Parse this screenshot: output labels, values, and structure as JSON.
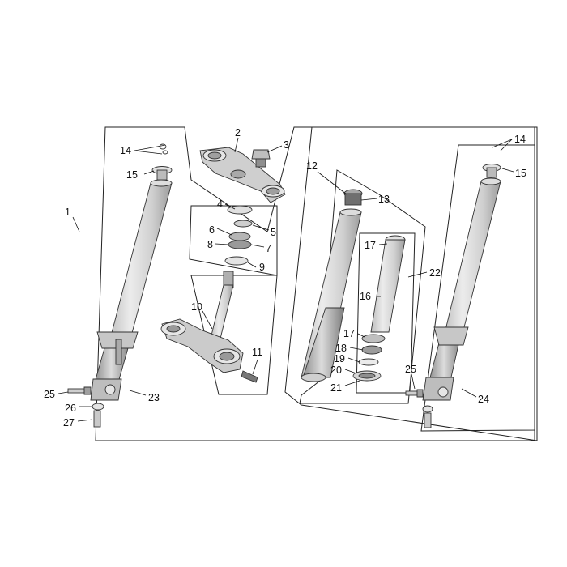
{
  "diagram": {
    "type": "exploded-parts-diagram",
    "colors": {
      "line": "#222222",
      "part_fill": "#d9d9d9",
      "part_shade": "#9a9a9a",
      "background": "#ffffff"
    },
    "callouts": {
      "c1": "1",
      "c2": "2",
      "c3": "3",
      "c4": "4",
      "c5": "5",
      "c6": "6",
      "c7": "7",
      "c8": "8",
      "c9": "9",
      "c10": "10",
      "c11": "11",
      "c12": "12",
      "c13": "13",
      "c14a": "14",
      "c14b": "14",
      "c15a": "15",
      "c15b": "15",
      "c16": "16",
      "c17a": "17",
      "c17b": "17",
      "c18": "18",
      "c19": "19",
      "c20": "20",
      "c21": "21",
      "c22": "22",
      "c23": "23",
      "c24": "24",
      "c25a": "25",
      "c25b": "25",
      "c26": "26",
      "c27": "27"
    }
  }
}
